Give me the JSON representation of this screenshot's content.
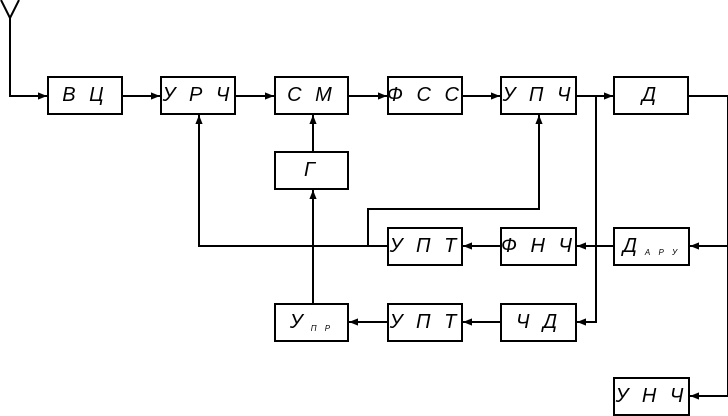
{
  "blocks": {
    "vc": "В Ц",
    "urch": "У Р Ч",
    "sm": "С М",
    "fss": "Ф С С",
    "upch": "У П Ч",
    "d": "Д",
    "g": "Г",
    "upt_top": "У П Т",
    "fnch": "Ф Н Ч",
    "daru_main": "Д",
    "daru_sub": "А Р У",
    "upr_main": "У",
    "upr_sub": "П Р",
    "upt_bottom": "У П Т",
    "chd": "Ч Д",
    "unch": "У Н Ч"
  }
}
